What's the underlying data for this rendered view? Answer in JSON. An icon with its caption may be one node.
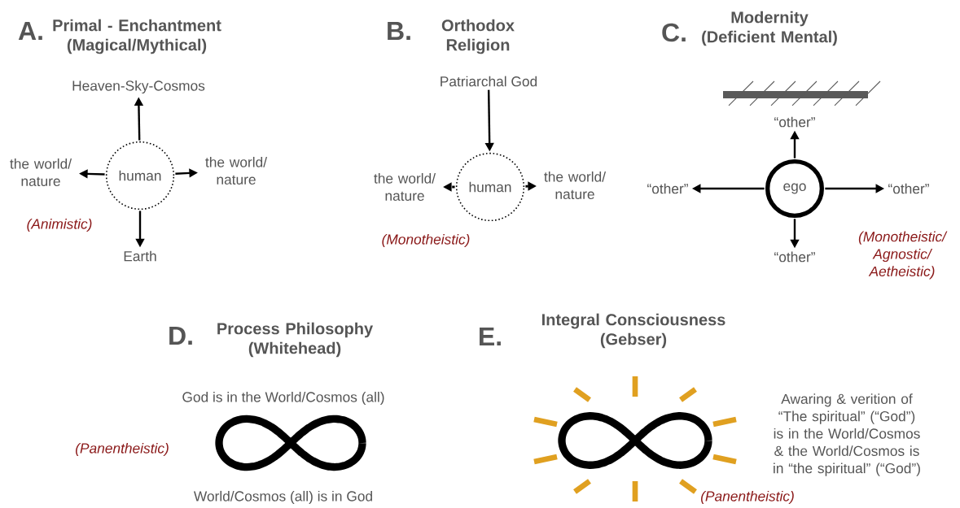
{
  "diagram": {
    "nodes": [
      {
        "text": [
          "Heaven-Sky-Cosmos"
        ]
      },
      {
        "text": [
          "human"
        ]
      },
      {
        "text": [
          "the world/ nature"
        ]
      },
      {
        "text": [
          "the world/ nature"
        ]
      },
      {
        "text": [
          "Earth"
        ]
      },
      {
        "text": [
          "Patriarchal God"
        ]
      },
      {
        "text": [
          "human"
        ]
      },
      {
        "text": [
          "the world/ nature"
        ]
      },
      {
        "text": [
          "the world/ nature"
        ]
      },
      {
        "text": [
          "“other”"
        ]
      },
      {
        "text": [
          "ego"
        ]
      },
      {
        "text": [
          "“other”"
        ]
      },
      {
        "text": [
          "“other”"
        ]
      },
      {
        "text": [
          "“other”"
        ]
      }
    ],
    "edges": [
      {
        "from": 1,
        "to": 0,
        "arrow": "to"
      },
      {
        "from": 1,
        "to": 4,
        "arrow": "to"
      },
      {
        "from": 1,
        "to": 2,
        "arrow": "to"
      },
      {
        "from": 1,
        "to": 3,
        "arrow": "to"
      },
      {
        "from": 5,
        "to": 6,
        "arrow": "to"
      },
      {
        "from": 6,
        "to": 7,
        "arrow": "to",
        "style": "dashed"
      },
      {
        "from": 6,
        "to": 8,
        "arrow": "to",
        "style": "dashed"
      },
      {
        "from": 10,
        "to": 9,
        "arrow": "to"
      },
      {
        "from": 10,
        "to": 11,
        "arrow": "to"
      },
      {
        "from": 10,
        "to": 12,
        "arrow": "to"
      },
      {
        "from": 10,
        "to": 13,
        "arrow": "to"
      }
    ],
    "labels": [
      "A.",
      "Primal - Enchantment (Magical/Mythical)",
      "(Animistic)",
      "B.",
      "Orthodox Religion",
      "(Monotheistic)",
      "C.",
      "Modernity (Deficient Mental)",
      "(Monotheistic/ Agnostic/ Aetheistic)",
      "D.",
      "Process Philosophy (Whitehead)",
      "God is in the World/Cosmos (all)",
      "(Panentheistic)",
      "World/Cosmos (all) is in God",
      "E.",
      "Integral Consciousness (Gebser)",
      "Awaring & verition of “The spiritual” (“God”) is in the World/Cosmos & the World/Cosmos is in “the spiritual” (“God”)",
      "(Panentheistic)"
    ]
  }
}
